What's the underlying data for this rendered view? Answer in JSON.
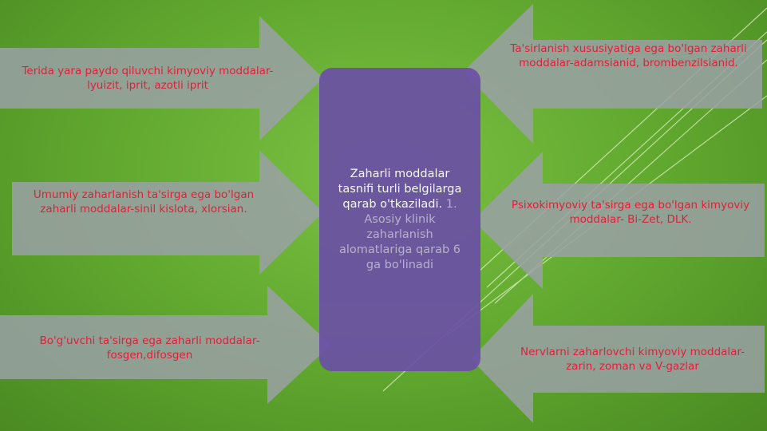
{
  "colors": {
    "background": "#6ab536",
    "arrow_fill": "#9aa0a6",
    "center_box": "#6a4fa5",
    "label_text": "#e0203a",
    "center_text": "#ffffff"
  },
  "center": {
    "main": "Zaharli moddalar tasnifi turli belgilarga qarab o'tkaziladi.",
    "sub": "1. Asosiy klinik zaharlanish alomatlariga qarab 6 ga bo'linadi"
  },
  "left_items": [
    {
      "text": "Terida yara paydo qiluvchi kimyoviy moddalar- lyuizit, iprit, azotli iprit"
    },
    {
      "text": "Umumiy zaharlanish ta'sirga ega bo'lgan zaharli moddalar-sinil kislota, xlorsian."
    },
    {
      "text": "Bo'g'uvchi ta'sirga ega zaharli moddalar- fosgen,difosgen"
    }
  ],
  "right_items": [
    {
      "text": "Ta'sirlanish xususiyatiga ega bo'lgan zaharli moddalar-adamsianid, brombenzilsianid."
    },
    {
      "text": "Psixokimyoviy ta'sirga ega bo'lgan kimyoviy moddalar- Bi-Zet, DLK."
    },
    {
      "text": "Nervlarni zaharlovchi kimyoviy moddalar- zarin, zoman va V-gazlar"
    }
  ]
}
